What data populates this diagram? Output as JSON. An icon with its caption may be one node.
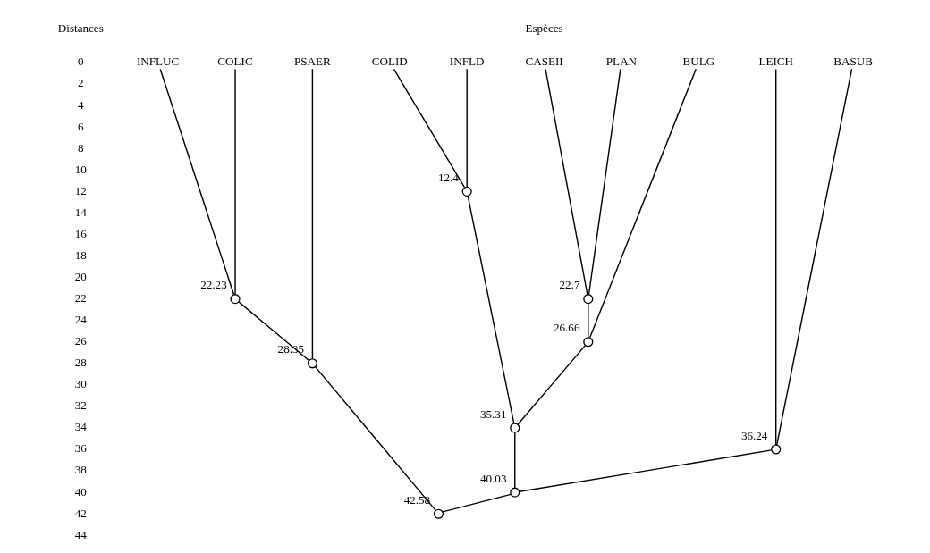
{
  "diagram": {
    "nodes": [
      {
        "text": [
          "INFLUC"
        ]
      },
      {
        "text": [
          "COLIC"
        ]
      },
      {
        "text": [
          "PSAER"
        ]
      },
      {
        "text": [
          "COLID"
        ]
      },
      {
        "text": [
          "INFLD"
        ]
      },
      {
        "text": [
          "CASEII"
        ]
      },
      {
        "text": [
          "PLAN"
        ]
      },
      {
        "text": [
          "BULG"
        ]
      },
      {
        "text": [
          "LEICH"
        ]
      },
      {
        "text": [
          "BASUB"
        ]
      },
      {
        "text": [],
        "shape": "circle",
        "beside": [
          "12.4"
        ]
      },
      {
        "text": [],
        "shape": "circle",
        "beside": [
          "22.23"
        ]
      },
      {
        "text": [],
        "shape": "circle",
        "beside": [
          "22.7"
        ]
      },
      {
        "text": [],
        "shape": "circle",
        "beside": [
          "26.66"
        ]
      },
      {
        "text": [],
        "shape": "circle",
        "beside": [
          "28.35"
        ]
      },
      {
        "text": [],
        "shape": "circle",
        "beside": [
          "35.31"
        ]
      },
      {
        "text": [],
        "shape": "circle",
        "beside": [
          "36.24"
        ]
      },
      {
        "text": [],
        "shape": "circle",
        "beside": [
          "40.03"
        ]
      },
      {
        "text": [],
        "shape": "circle",
        "beside": [
          "42.58"
        ]
      }
    ],
    "edges": [
      {
        "from": 3,
        "to": 10,
        "arrow": "none"
      },
      {
        "from": 4,
        "to": 10,
        "arrow": "none"
      },
      {
        "from": 0,
        "to": 11,
        "arrow": "none"
      },
      {
        "from": 1,
        "to": 11,
        "arrow": "none"
      },
      {
        "from": 5,
        "to": 12,
        "arrow": "none"
      },
      {
        "from": 6,
        "to": 12,
        "arrow": "none"
      },
      {
        "from": 12,
        "to": 13,
        "arrow": "none"
      },
      {
        "from": 7,
        "to": 13,
        "arrow": "none"
      },
      {
        "from": 11,
        "to": 14,
        "arrow": "none"
      },
      {
        "from": 2,
        "to": 14,
        "arrow": "none"
      },
      {
        "from": 10,
        "to": 15,
        "arrow": "none"
      },
      {
        "from": 13,
        "to": 15,
        "arrow": "none"
      },
      {
        "from": 8,
        "to": 16,
        "arrow": "none"
      },
      {
        "from": 9,
        "to": 16,
        "arrow": "none"
      },
      {
        "from": 15,
        "to": 17,
        "arrow": "none"
      },
      {
        "from": 16,
        "to": 17,
        "arrow": "none"
      },
      {
        "from": 14,
        "to": 18,
        "arrow": "none"
      },
      {
        "from": 17,
        "to": 18,
        "arrow": "none"
      }
    ],
    "labels": [
      "Distances",
      "Espèces",
      "0",
      "2",
      "4",
      "6",
      "8",
      "10",
      "12",
      "14",
      "16",
      "18",
      "20",
      "22",
      "24",
      "26",
      "28",
      "30",
      "32",
      "34",
      "36",
      "38",
      "40",
      "42",
      "44"
    ]
  }
}
